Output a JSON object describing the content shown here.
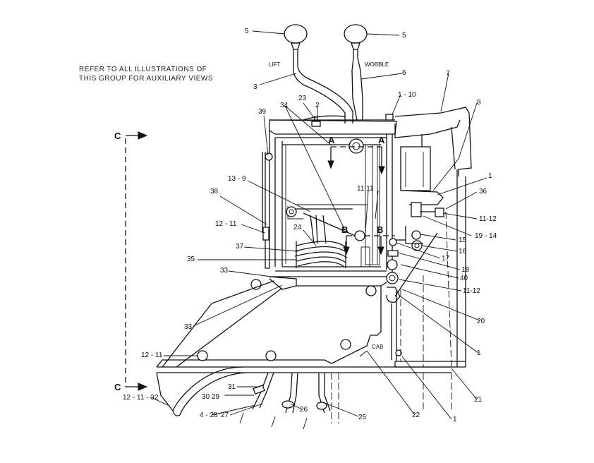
{
  "note": {
    "line1": "REFER TO ALL ILLUSTRATIONS OF",
    "line2": "THIS GROUP FOR AUXILIARY VIEWS"
  },
  "lever_labels": {
    "lift": "LIFT",
    "wobble": "WOBBLE"
  },
  "section_letters": {
    "a_left": "A",
    "a_right": "A",
    "b_left": "B",
    "b_right": "B",
    "c_top": "C",
    "c_bottom": "C"
  },
  "cab_label": "CAB",
  "callouts": [
    {
      "id": "c-5a",
      "text": "5"
    },
    {
      "id": "c-5b",
      "text": "5"
    },
    {
      "id": "c-6",
      "text": "6"
    },
    {
      "id": "c-7",
      "text": "7"
    },
    {
      "id": "c-3",
      "text": "3"
    },
    {
      "id": "c-1-10",
      "text": "1 - 10"
    },
    {
      "id": "c-8",
      "text": "8"
    },
    {
      "id": "c-34",
      "text": "34"
    },
    {
      "id": "c-23",
      "text": "23"
    },
    {
      "id": "c-2",
      "text": "2"
    },
    {
      "id": "c-39",
      "text": "39"
    },
    {
      "id": "c-1a",
      "text": "1"
    },
    {
      "id": "c-36",
      "text": "36"
    },
    {
      "id": "c-11-12a",
      "text": "11-12"
    },
    {
      "id": "c-13-9",
      "text": "13 - 9"
    },
    {
      "id": "c-11-11",
      "text": "11 11"
    },
    {
      "id": "c-38",
      "text": "38"
    },
    {
      "id": "c-19-14",
      "text": "19 - 14"
    },
    {
      "id": "c-12-11a",
      "text": "12 - 11"
    },
    {
      "id": "c-24",
      "text": "24"
    },
    {
      "id": "c-15",
      "text": "15"
    },
    {
      "id": "c-16",
      "text": "16"
    },
    {
      "id": "c-37",
      "text": "37"
    },
    {
      "id": "c-17",
      "text": "17"
    },
    {
      "id": "c-35",
      "text": "35"
    },
    {
      "id": "c-18",
      "text": "18"
    },
    {
      "id": "c-33a",
      "text": "33"
    },
    {
      "id": "c-40",
      "text": "40"
    },
    {
      "id": "c-11-12b",
      "text": "11-12"
    },
    {
      "id": "c-33b",
      "text": "33"
    },
    {
      "id": "c-20",
      "text": "20"
    },
    {
      "id": "c-1b",
      "text": "1"
    },
    {
      "id": "c-12-11b",
      "text": "12 - 11"
    },
    {
      "id": "c-21",
      "text": "21"
    },
    {
      "id": "c-31",
      "text": "31"
    },
    {
      "id": "c-30-29",
      "text": "30 29"
    },
    {
      "id": "c-12-11-32",
      "text": "12 - 11 - 32"
    },
    {
      "id": "c-4-28",
      "text": "4 - 28"
    },
    {
      "id": "c-27",
      "text": "27"
    },
    {
      "id": "c-26",
      "text": "26"
    },
    {
      "id": "c-22",
      "text": "22"
    },
    {
      "id": "c-25",
      "text": "25"
    },
    {
      "id": "c-1c",
      "text": "1"
    }
  ]
}
